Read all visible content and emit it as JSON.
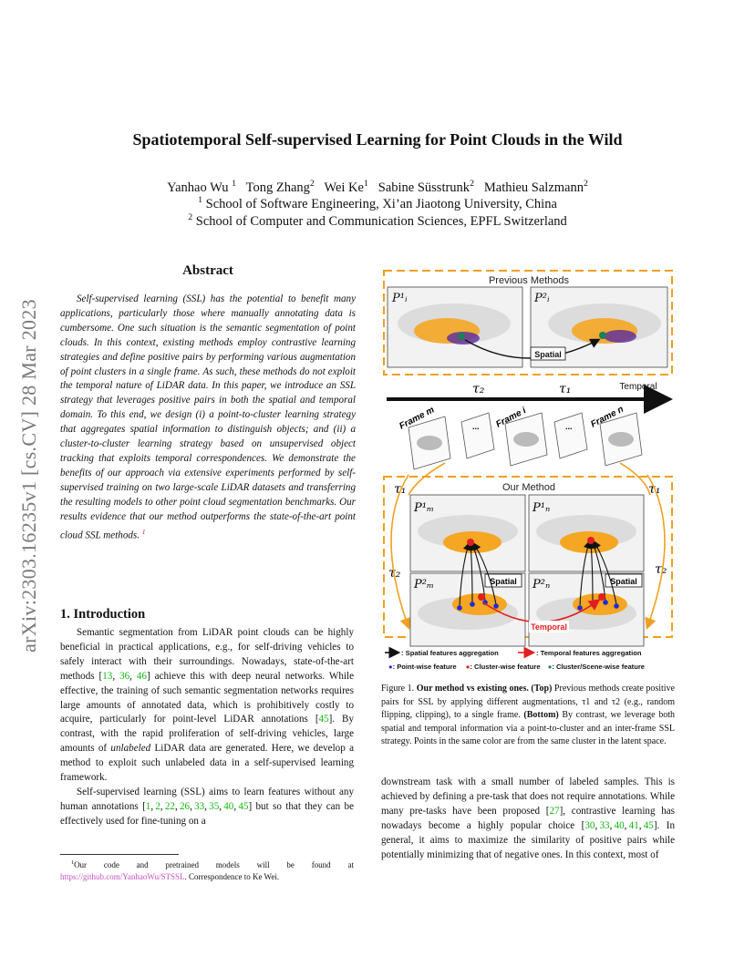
{
  "arxiv_stamp": "arXiv:2303.16235v1  [cs.CV]  28 Mar 2023",
  "title": "Spatiotemporal Self-supervised Learning for Point Clouds in the Wild",
  "authors": [
    {
      "name": "Yanhao Wu",
      "aff": "1"
    },
    {
      "name": "Tong Zhang",
      "aff": "2"
    },
    {
      "name": "Wei Ke",
      "aff": "1"
    },
    {
      "name": "Sabine Süsstrunk",
      "aff": "2"
    },
    {
      "name": "Mathieu Salzmann",
      "aff": "2"
    }
  ],
  "affiliations": [
    {
      "num": "1",
      "text": "School of Software Engineering, Xi’an Jiaotong University, China"
    },
    {
      "num": "2",
      "text": "School of Computer and Communication Sciences, EPFL Switzerland"
    }
  ],
  "abstract": {
    "heading": "Abstract",
    "text": "Self-supervised learning (SSL) has the potential to benefit many applications, particularly those where manually annotating data is cumbersome. One such situation is the semantic segmentation of point clouds. In this context, existing methods employ contrastive learning strategies and define positive pairs by performing various augmentation of point clusters in a single frame. As such, these methods do not exploit the temporal nature of LiDAR data. In this paper, we introduce an SSL strategy that leverages positive pairs in both the spatial and temporal domain. To this end, we design (i) a point-to-cluster learning strategy that aggregates spatial information to distinguish objects; and (ii) a cluster-to-cluster learning strategy based on unsupervised object tracking that exploits temporal correspondences. We demonstrate the benefits of our approach via extensive experiments performed by self-supervised training on two large-scale LiDAR datasets and transferring the resulting models to other point cloud segmentation benchmarks. Our results evidence that our method outperforms the state-of-the-art point cloud SSL methods.",
    "footnote_mark": "1"
  },
  "intro": {
    "heading": "1. Introduction",
    "p1_a": "Semantic segmentation from LiDAR point clouds can be highly beneficial in practical applications, e.g., for self-driving vehicles to safely interact with their surroundings. Nowadays, state-of-the-art methods [",
    "p1_cites1": [
      "13",
      "36",
      "46"
    ],
    "p1_b": "] achieve this with deep neural networks. While effective, the training of such semantic segmentation networks requires large amounts of annotated data, which is prohibitively costly to acquire, particularly for point-level LiDAR annotations [",
    "p1_cite2": "45",
    "p1_c": "]. By contrast, with the rapid proliferation of self-driving vehicles, large amounts of ",
    "p1_em": "unlabeled",
    "p1_d": " LiDAR data are generated. Here, we develop a method to exploit such unlabeled data in a self-supervised learning framework.",
    "p2_a": "Self-supervised learning (SSL) aims to learn features without any human annotations [",
    "p2_cites": [
      "1",
      "2",
      "22",
      "26",
      "33",
      "35",
      "40",
      "45"
    ],
    "p2_b": "] but so that they can be effectively used for fine-tuning on a"
  },
  "footnote": {
    "mark": "1",
    "text_a": "Our code and pretrained models will be found at ",
    "url": "https://github.com/YanhaoWu/STSSL",
    "text_b": ". Correspondence to Ke Wei."
  },
  "figure": {
    "previous_methods": "Previous Methods",
    "our_method": "Our Method",
    "temporal_axis": "Temporal",
    "spatial": "Spatial",
    "temporal_tag": "Temporal",
    "frame_m": "Frame m",
    "frame_i": "Frame i",
    "frame_n": "Frame n",
    "ellipsis": "...",
    "tau1": "τ₁",
    "tau2": "τ₂",
    "p_i1": "P¹ᵢ",
    "p_i2": "P²ᵢ",
    "p_m1": "P¹ₘ",
    "p_m2": "P²ₘ",
    "p_n1": "P¹ₙ",
    "p_n2": "P²ₙ",
    "legend": {
      "spatial_agg": ": Spatial features aggregation",
      "temporal_agg": ": Temporal features aggregation",
      "point_wise": ": Point-wise feature",
      "cluster_wise": ": Cluster-wise feature",
      "cluster_scene": ": Cluster/Scene-wise feature"
    },
    "colors": {
      "orange": "#f5a623",
      "red": "#e02020",
      "blue": "#1f2bd6",
      "teal": "#1a7f5a",
      "purple": "#5a2ca0"
    }
  },
  "caption": {
    "label": "Figure 1.",
    "bold_title": "Our method vs existing ones. (Top)",
    "text_a": " Previous methods create positive pairs for SSL by applying different augmentations, τ1 and τ2 (e.g., random flipping, clipping), to a single frame. ",
    "bold_bottom": "(Bottom)",
    "text_b": " By contrast, we leverage both spatial and temporal information via a point-to-cluster and an inter-frame SSL strategy. Points in the same color are from the same cluster in the latent space."
  },
  "right_col": {
    "text_a": "downstream task with a small number of labeled samples. This is achieved by defining a pre-task that does not require annotations. While many pre-tasks have been proposed [",
    "cite1": "27",
    "text_b": "], contrastive learning has nowadays become a highly popular choice [",
    "cites2": [
      "30",
      "33",
      "40",
      "41",
      "45"
    ],
    "text_c": "]. In general, it aims to maximize the similarity of positive pairs while potentially minimizing that of negative ones. In this context, most of"
  }
}
